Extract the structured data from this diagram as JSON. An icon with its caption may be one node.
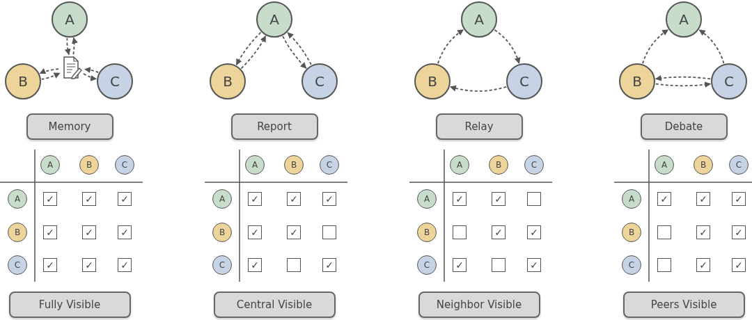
{
  "diagram": {
    "nodes": [
      {
        "text": [
          "A"
        ]
      },
      {
        "text": [
          "B"
        ]
      },
      {
        "text": [
          "C"
        ]
      },
      {
        "text": [],
        "shape": "picture"
      },
      {
        "text": [
          "Memory"
        ]
      },
      {
        "text": [
          "A"
        ]
      },
      {
        "text": [
          "B"
        ]
      },
      {
        "text": [
          "C"
        ]
      },
      {
        "text": [
          "A"
        ]
      },
      {
        "text": [
          "✓"
        ]
      },
      {
        "text": [
          "✓"
        ]
      },
      {
        "text": [
          "✓"
        ]
      },
      {
        "text": [
          "B"
        ]
      },
      {
        "text": [
          "✓"
        ]
      },
      {
        "text": [
          "✓"
        ]
      },
      {
        "text": [
          "✓"
        ]
      },
      {
        "text": [
          "C"
        ]
      },
      {
        "text": [
          "✓"
        ]
      },
      {
        "text": [
          "✓"
        ]
      },
      {
        "text": [
          "✓"
        ]
      },
      {
        "text": [
          "Fully Visible"
        ]
      },
      {
        "text": [
          "A"
        ]
      },
      {
        "text": [
          "B"
        ]
      },
      {
        "text": [
          "C"
        ]
      },
      {
        "text": [
          "Report"
        ]
      },
      {
        "text": [
          "A"
        ]
      },
      {
        "text": [
          "B"
        ]
      },
      {
        "text": [
          "C"
        ]
      },
      {
        "text": [
          "A"
        ]
      },
      {
        "text": [
          "✓"
        ]
      },
      {
        "text": [
          "✓"
        ]
      },
      {
        "text": [
          "✓"
        ]
      },
      {
        "text": [
          "B"
        ]
      },
      {
        "text": [
          "✓"
        ]
      },
      {
        "text": [
          "✓"
        ]
      },
      {
        "text": [],
        "shape": "box"
      },
      {
        "text": [
          "C"
        ]
      },
      {
        "text": [
          "✓"
        ]
      },
      {
        "text": [],
        "shape": "box"
      },
      {
        "text": [
          "✓"
        ]
      },
      {
        "text": [
          "Central Visible"
        ]
      },
      {
        "text": [
          "A"
        ]
      },
      {
        "text": [
          "B"
        ]
      },
      {
        "text": [
          "C"
        ]
      },
      {
        "text": [
          "Relay"
        ]
      },
      {
        "text": [
          "A"
        ]
      },
      {
        "text": [
          "B"
        ]
      },
      {
        "text": [
          "C"
        ]
      },
      {
        "text": [
          "A"
        ]
      },
      {
        "text": [
          "✓"
        ]
      },
      {
        "text": [
          "✓"
        ]
      },
      {
        "text": [],
        "shape": "box"
      },
      {
        "text": [
          "B"
        ]
      },
      {
        "text": [],
        "shape": "box"
      },
      {
        "text": [
          "✓"
        ]
      },
      {
        "text": [
          "✓"
        ]
      },
      {
        "text": [
          "C"
        ]
      },
      {
        "text": [
          "✓"
        ]
      },
      {
        "text": [],
        "shape": "box"
      },
      {
        "text": [
          "✓"
        ]
      },
      {
        "text": [
          "Neighbor Visible"
        ]
      },
      {
        "text": [
          "A"
        ]
      },
      {
        "text": [
          "B"
        ]
      },
      {
        "text": [
          "C"
        ]
      },
      {
        "text": [
          "Debate"
        ]
      },
      {
        "text": [
          "A"
        ]
      },
      {
        "text": [
          "B"
        ]
      },
      {
        "text": [
          "C"
        ]
      },
      {
        "text": [
          "A"
        ]
      },
      {
        "text": [
          "✓"
        ]
      },
      {
        "text": [
          "✓"
        ]
      },
      {
        "text": [
          "✓"
        ]
      },
      {
        "text": [
          "B"
        ]
      },
      {
        "text": [],
        "shape": "box"
      },
      {
        "text": [
          "✓"
        ]
      },
      {
        "text": [
          "✓"
        ]
      },
      {
        "text": [
          "C"
        ]
      },
      {
        "text": [],
        "shape": "box"
      },
      {
        "text": [
          "✓"
        ]
      },
      {
        "text": [
          "✓"
        ]
      },
      {
        "text": [
          "Peers Visible"
        ]
      }
    ],
    "edges": [
      {
        "from": 0,
        "to": 3,
        "arrow": "to",
        "style": "dashed"
      },
      {
        "from": 3,
        "to": 0,
        "arrow": "to",
        "style": "dashed"
      },
      {
        "from": 1,
        "to": 3,
        "arrow": "to",
        "style": "dashed"
      },
      {
        "from": 3,
        "to": 1,
        "arrow": "to",
        "style": "dashed"
      },
      {
        "from": 3,
        "to": 2,
        "arrow": "to",
        "style": "dashed"
      },
      {
        "from": 2,
        "to": 3,
        "arrow": "to",
        "style": "dashed"
      },
      {
        "from": 22,
        "to": 21,
        "arrow": "to",
        "style": "dashed"
      },
      {
        "from": 21,
        "to": 22,
        "arrow": "to",
        "style": "dashed"
      },
      {
        "from": 21,
        "to": 23,
        "arrow": "to",
        "style": "dashed"
      },
      {
        "from": 23,
        "to": 21,
        "arrow": "to",
        "style": "dashed"
      },
      {
        "from": 42,
        "to": 41,
        "arrow": "to",
        "style": "dashed"
      },
      {
        "from": 41,
        "to": 43,
        "arrow": "to",
        "style": "dashed"
      },
      {
        "from": 43,
        "to": 42,
        "arrow": "to",
        "style": "dashed"
      },
      {
        "from": 62,
        "to": 61,
        "arrow": "to",
        "style": "dashed"
      },
      {
        "from": 63,
        "to": 61,
        "arrow": "to",
        "style": "dashed"
      },
      {
        "from": 62,
        "to": 63,
        "arrow": "to",
        "style": "dashed"
      },
      {
        "from": 63,
        "to": 62,
        "arrow": "to",
        "style": "dashed"
      }
    ]
  }
}
